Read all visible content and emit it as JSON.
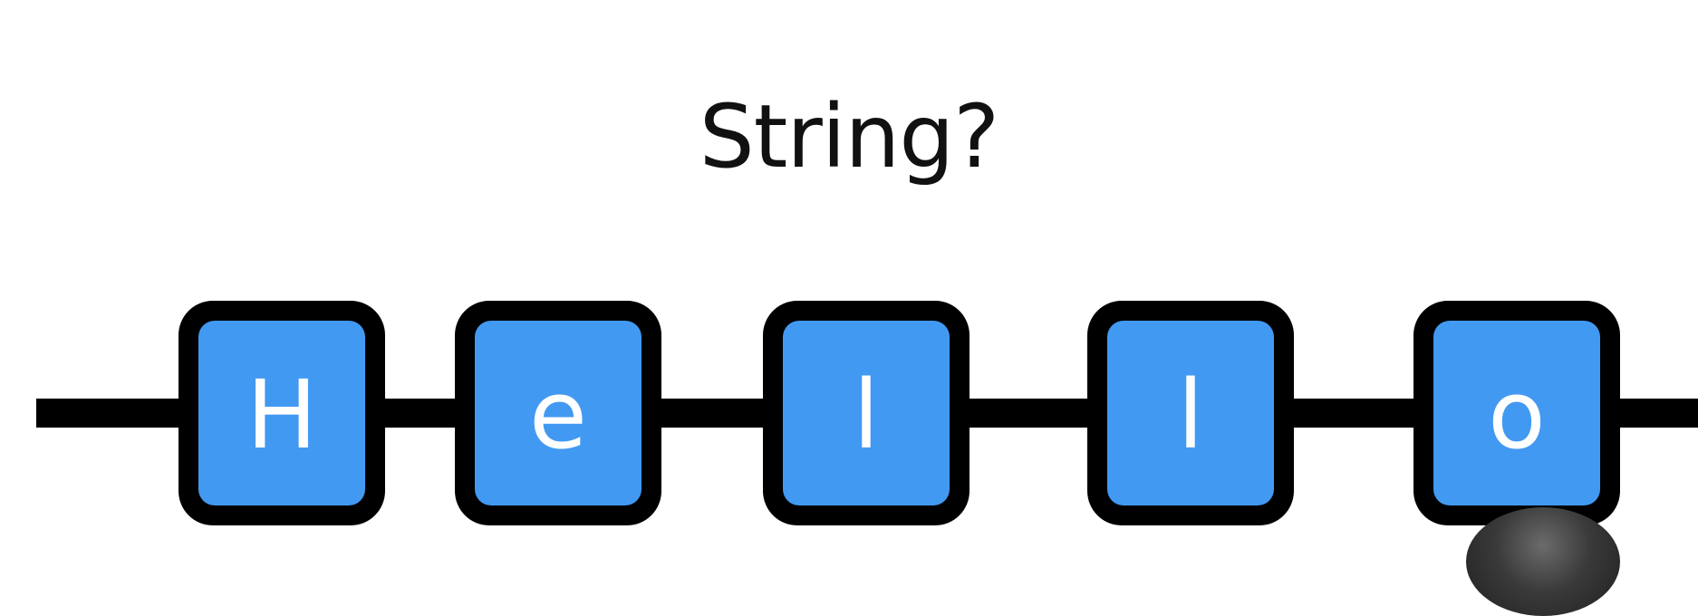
{
  "slide": {
    "title": "String?"
  },
  "string_chain": {
    "characters": [
      "H",
      "e",
      "l",
      "l",
      "o"
    ],
    "box_color": "#4299F2",
    "outline_color": "#000000",
    "text_color": "#FFFFFF"
  }
}
